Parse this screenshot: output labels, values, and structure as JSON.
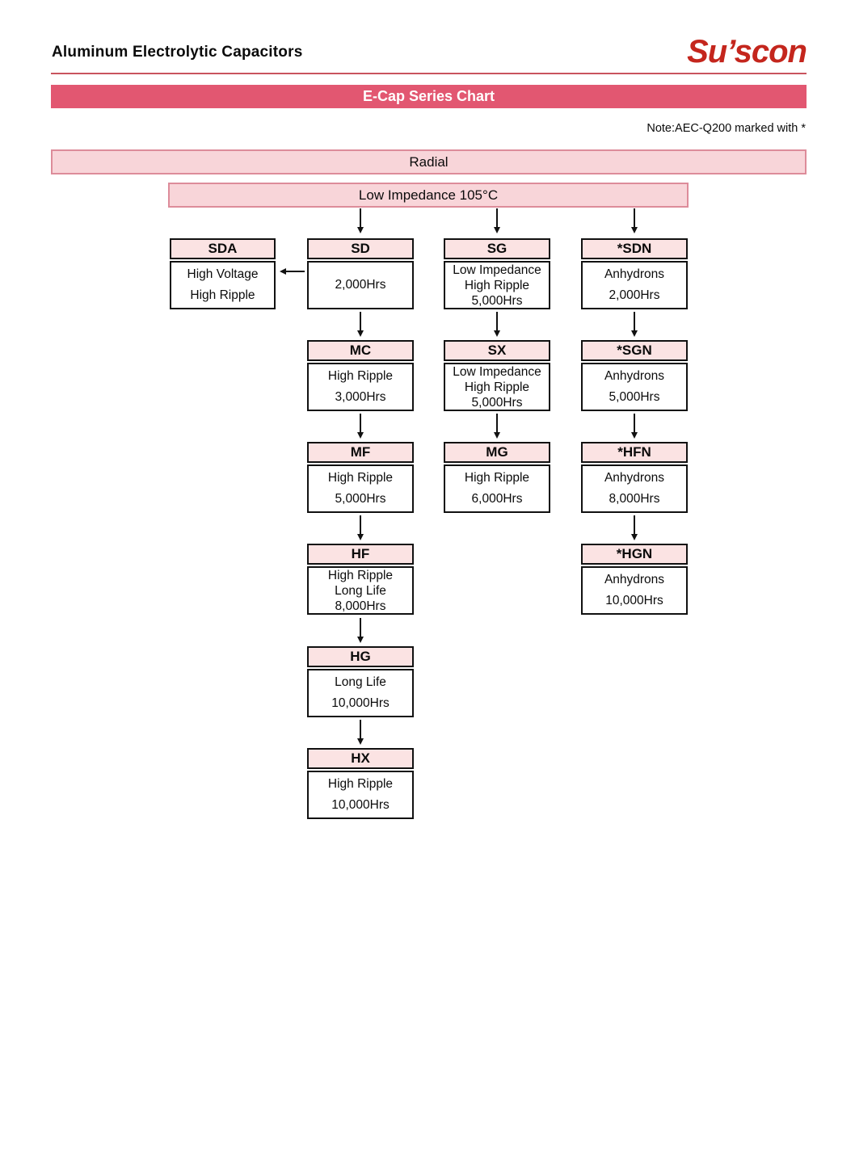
{
  "header": {
    "title": "Aluminum Electrolytic Capacitors",
    "logo": "Su’scon"
  },
  "banner": {
    "title": "E-Cap Series Chart"
  },
  "note": "Note:AEC-Q200 marked with *",
  "groups": {
    "radial": "Radial",
    "low_impedance": "Low Impedance 105°C"
  },
  "colors": {
    "banner_red": "#e25771",
    "logo_red": "#c4261d",
    "rule_red": "#c9545e",
    "pink_fill": "#f8d5d9",
    "pink_border": "#dd8c9a",
    "box_head_fill": "#fbe3e3"
  },
  "boxes": [
    {
      "title": "SDA",
      "lines": [
        "High Voltage",
        "High Ripple"
      ]
    },
    {
      "title": "SD",
      "lines": [
        "2,000Hrs"
      ]
    },
    {
      "title": "SG",
      "lines": [
        "Low Impedance",
        "High Ripple",
        "5,000Hrs"
      ]
    },
    {
      "title": "*SDN",
      "lines": [
        "Anhydrons",
        "2,000Hrs"
      ]
    },
    {
      "title": "MC",
      "lines": [
        "High Ripple",
        "3,000Hrs"
      ]
    },
    {
      "title": "SX",
      "lines": [
        "Low Impedance",
        "High Ripple",
        "5,000Hrs"
      ]
    },
    {
      "title": "*SGN",
      "lines": [
        "Anhydrons",
        "5,000Hrs"
      ]
    },
    {
      "title": "MF",
      "lines": [
        "High Ripple",
        "5,000Hrs"
      ]
    },
    {
      "title": "MG",
      "lines": [
        "High Ripple",
        "6,000Hrs"
      ]
    },
    {
      "title": "*HFN",
      "lines": [
        "Anhydrons",
        "8,000Hrs"
      ]
    },
    {
      "title": "HF",
      "lines": [
        "High Ripple",
        "Long Life",
        "8,000Hrs"
      ]
    },
    {
      "title": "*HGN",
      "lines": [
        "Anhydrons",
        "10,000Hrs"
      ]
    },
    {
      "title": "HG",
      "lines": [
        "Long Life",
        "10,000Hrs"
      ]
    },
    {
      "title": "HX",
      "lines": [
        "High Ripple",
        "10,000Hrs"
      ]
    }
  ]
}
